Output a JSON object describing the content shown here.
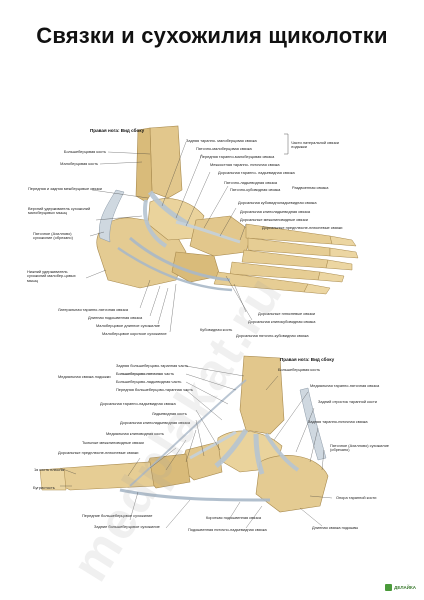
{
  "title": "Связки и сухожилия щиколотки",
  "top_panel": {
    "caption": "Правая нога: Вид сбоку",
    "labels_left": [
      "Большеберцовая кость",
      "Малоберцовая кость",
      "Передняя и задняя межберцовые связки",
      "Верхний удерживатель сухожилий малоберцовых мышц",
      "Пяточное (Ахиллово) сухожилие (обрезано)",
      "Нижний удерживатель сухожилий малобер-цовых мышц",
      "Латеральная таранно-пяточная связка",
      "Длинная подошвенная связка",
      "Малоберцовое длинное сухожилие",
      "Малоберцовое короткое сухожилие"
    ],
    "labels_right": [
      "Задняя таранно- малоберцовая связка",
      "Пяточно-малоберцовая связка",
      "Передняя таранно-малоберцовая связка",
      "Межкостная таранно- пяточная связка",
      "Дорсальная таранно- ладьевидная связка",
      "Пяточно-ладьевидная связка",
      "Пяточно-кубовидная связка",
      "Дорсальная кубовидноладьевидная связка",
      "Дорсальная клиноладьевидная связка",
      "Дорсальные межклиновидные связки",
      "Дорсальные предплюсне-плюсневые связки",
      "Дорсальные плюсневые связки",
      "Дорсальная клинокубовидная связка",
      "Кубовидная кость",
      "Дорсальная пяточно-кубовидная связка"
    ],
    "bracket_label": "Части латеральной связки лодыжки",
    "bracket2_label": "Раздвоенная связка"
  },
  "bottom_panel": {
    "caption": "Правая нога: Вид сбоку",
    "labels_left": [
      "Медиальная связка лодыжки",
      "Дорсальная таранно-ладьевидная связка",
      "Ладьевидная кость",
      "Дорсальная клиноладьевидная связка",
      "Медиальная клиновидная кость",
      "Тыльные межклиновидные связки",
      "Дорсальные предплюсне-плюсневые связки",
      "1я кость плюсны",
      "Бугристость",
      "Передние большеберцовое сухожилие",
      "Задние большеберцовое сухожилие"
    ],
    "labels_mid": [
      "Задняя большеберцово-таранная часть",
      "Большеберцово-пяточная часть",
      "Большеберцово-ладьевидная часть",
      "Передняя большеберцово-таранная часть"
    ],
    "labels_right": [
      "Большеберцовая кость",
      "Медиальная таранно-пяточная связка",
      "Задний отросток таранной кости",
      "Задняя таранно-пяточная связка",
      "Пяточное (Ахиллово) сухожилие (обрезано)",
      "Опора таранной кости",
      "Короткая подошвенная связка",
      "Подошвенная пяточно-ладьевидная связка",
      "Длинная связка подошвы"
    ]
  },
  "watermark": "medplakat.ru",
  "logo_text": "ДЕЛАЙКА",
  "colors": {
    "bone": "#e3c98e",
    "ligament": "#c9d3dc",
    "tendon": "#b8c6d4",
    "line": "#333333"
  }
}
